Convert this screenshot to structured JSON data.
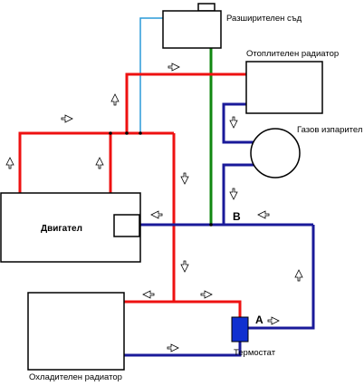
{
  "colors": {
    "hot": "#ee1111",
    "cold": "#1a1a9a",
    "bleed": "#2a9ad8",
    "expansion": "#118811",
    "thermostat": "#1030d0"
  },
  "labels": {
    "expansion_tank": "Разширителен съд",
    "heater_radiator": "Отоплителен радиатор",
    "gas_vaporizer": "Газов изпарител",
    "engine": "Двигател",
    "cooling_radiator": "Охладителен радиатор",
    "thermostat": "Термостат",
    "point_a": "A",
    "point_b": "B"
  }
}
